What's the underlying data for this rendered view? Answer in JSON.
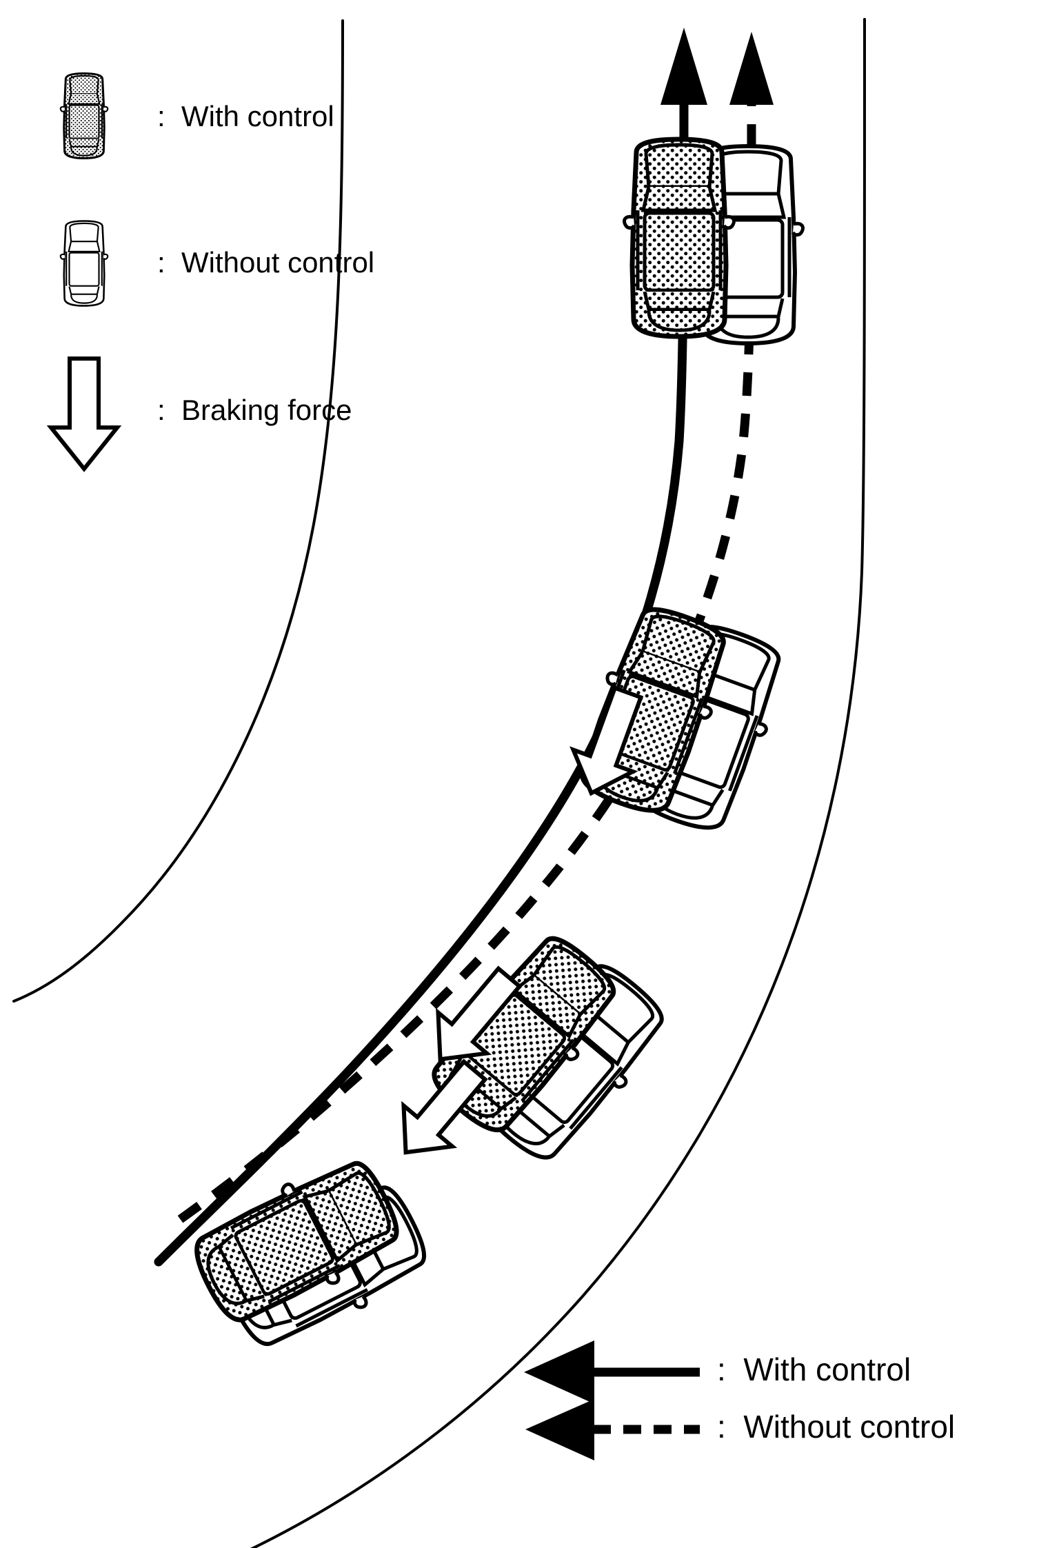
{
  "figure": {
    "kind": "technical-line-diagram",
    "subject": "vehicle-stability-control-on-curve",
    "background_color": "#ffffff",
    "ink_color": "#000000"
  },
  "legend_top_left": {
    "items": [
      {
        "icon": "stippled-car-top-view-icon",
        "separator": ":",
        "label": "With control"
      },
      {
        "icon": "outline-car-top-view-icon",
        "separator": ":",
        "label": "Without control"
      },
      {
        "icon": "hollow-down-arrow-icon",
        "separator": ":",
        "label": "Braking force"
      }
    ]
  },
  "legend_bottom_right": {
    "items": [
      {
        "icon": "solid-line-left-arrow-icon",
        "separator": ":",
        "label": "With control",
        "line_style": "solid"
      },
      {
        "icon": "dashed-line-left-arrow-icon",
        "separator": ":",
        "label": "Without control",
        "line_style": "dashed"
      }
    ]
  },
  "scene": {
    "road": {
      "inner_edge_name": "road-inner-edge",
      "outer_edge_name": "road-outer-edge",
      "stroke_width": 4
    },
    "trajectories": [
      {
        "name": "trajectory-with-control",
        "style": "solid",
        "stroke_width": 13,
        "arrow_head": "up",
        "meaning": "With control"
      },
      {
        "name": "trajectory-without-control",
        "style": "dashed",
        "stroke_width": 13,
        "arrow_head": "up",
        "meaning": "Without control"
      }
    ],
    "vehicle_positions": [
      {
        "index": 1,
        "label": "position-1-top-straight",
        "heading_deg": 0,
        "with_control_car": "stippled",
        "without_control_car": "outline",
        "braking_force_arrows": 0
      },
      {
        "index": 2,
        "label": "position-2-upper-curve",
        "heading_deg": 20,
        "with_control_car": "stippled",
        "without_control_car": "outline",
        "braking_force_arrows": 1
      },
      {
        "index": 3,
        "label": "position-3-mid-curve",
        "heading_deg": 40,
        "with_control_car": "stippled",
        "without_control_car": "outline",
        "braking_force_arrows": 2
      },
      {
        "index": 4,
        "label": "position-4-lower-curve",
        "heading_deg": 63,
        "with_control_car": "stippled",
        "without_control_car": "outline",
        "braking_force_arrows": 0
      }
    ]
  }
}
